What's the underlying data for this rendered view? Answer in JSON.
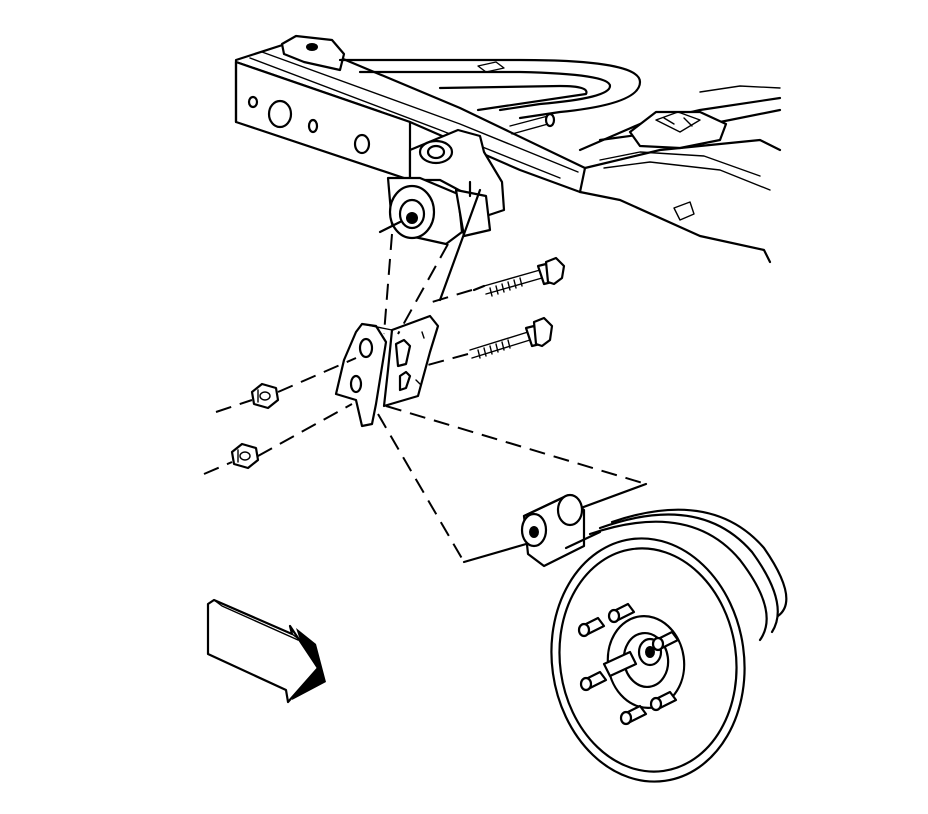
{
  "figure": {
    "kind": "exploded-assembly-line-drawing",
    "parts": [
      "frame-rail",
      "frame-bushing",
      "leaf-spring-front-hanger-bracket",
      "hanger-bolt-upper",
      "hanger-bolt-lower",
      "hanger-nut-upper",
      "hanger-nut-lower",
      "spring-eye-bushing",
      "rear-brake-drum-hub"
    ],
    "icons": [
      "front-direction-arrow-icon"
    ],
    "line_color": "#000000",
    "background": "#ffffff"
  }
}
